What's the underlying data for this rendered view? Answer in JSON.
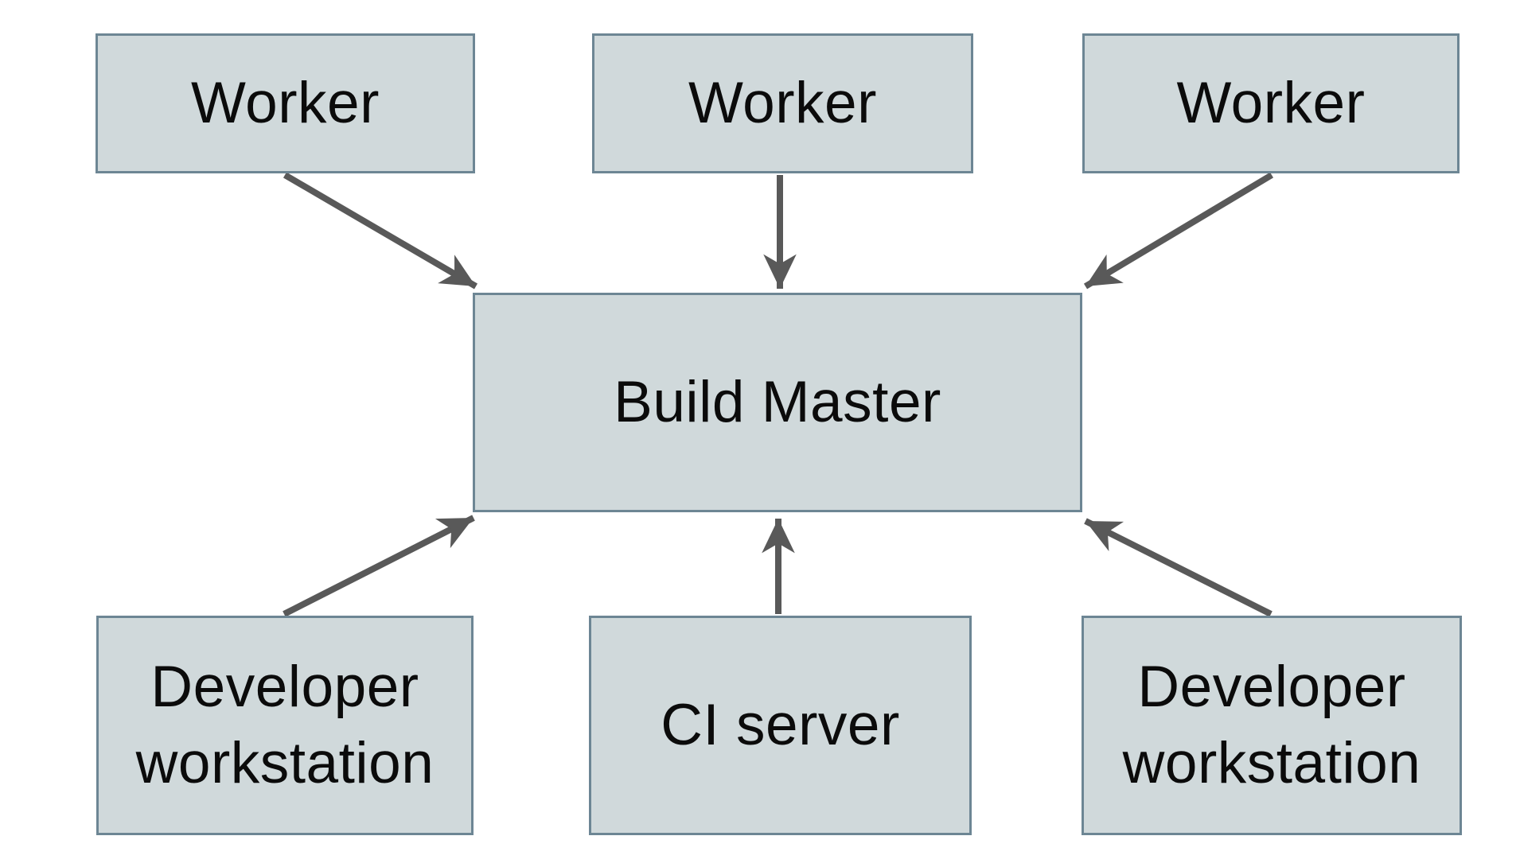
{
  "diagram": {
    "nodes": [
      {
        "id": "worker-1",
        "label": "Worker"
      },
      {
        "id": "worker-2",
        "label": "Worker"
      },
      {
        "id": "worker-3",
        "label": "Worker"
      },
      {
        "id": "build-master",
        "label": "Build Master"
      },
      {
        "id": "developer-workstation-1",
        "label": "Developer workstation"
      },
      {
        "id": "ci-server",
        "label": "CI server"
      },
      {
        "id": "developer-workstation-2",
        "label": "Developer workstation"
      }
    ],
    "edges": [
      {
        "from": "worker-1",
        "to": "build-master"
      },
      {
        "from": "worker-2",
        "to": "build-master"
      },
      {
        "from": "worker-3",
        "to": "build-master"
      },
      {
        "from": "developer-workstation-1",
        "to": "build-master"
      },
      {
        "from": "ci-server",
        "to": "build-master"
      },
      {
        "from": "developer-workstation-2",
        "to": "build-master"
      }
    ],
    "colors": {
      "node_fill": "#d0d9db",
      "node_border": "#6d8694",
      "arrow": "#595959",
      "text": "#0b0b0b",
      "background": "#ffffff"
    }
  }
}
